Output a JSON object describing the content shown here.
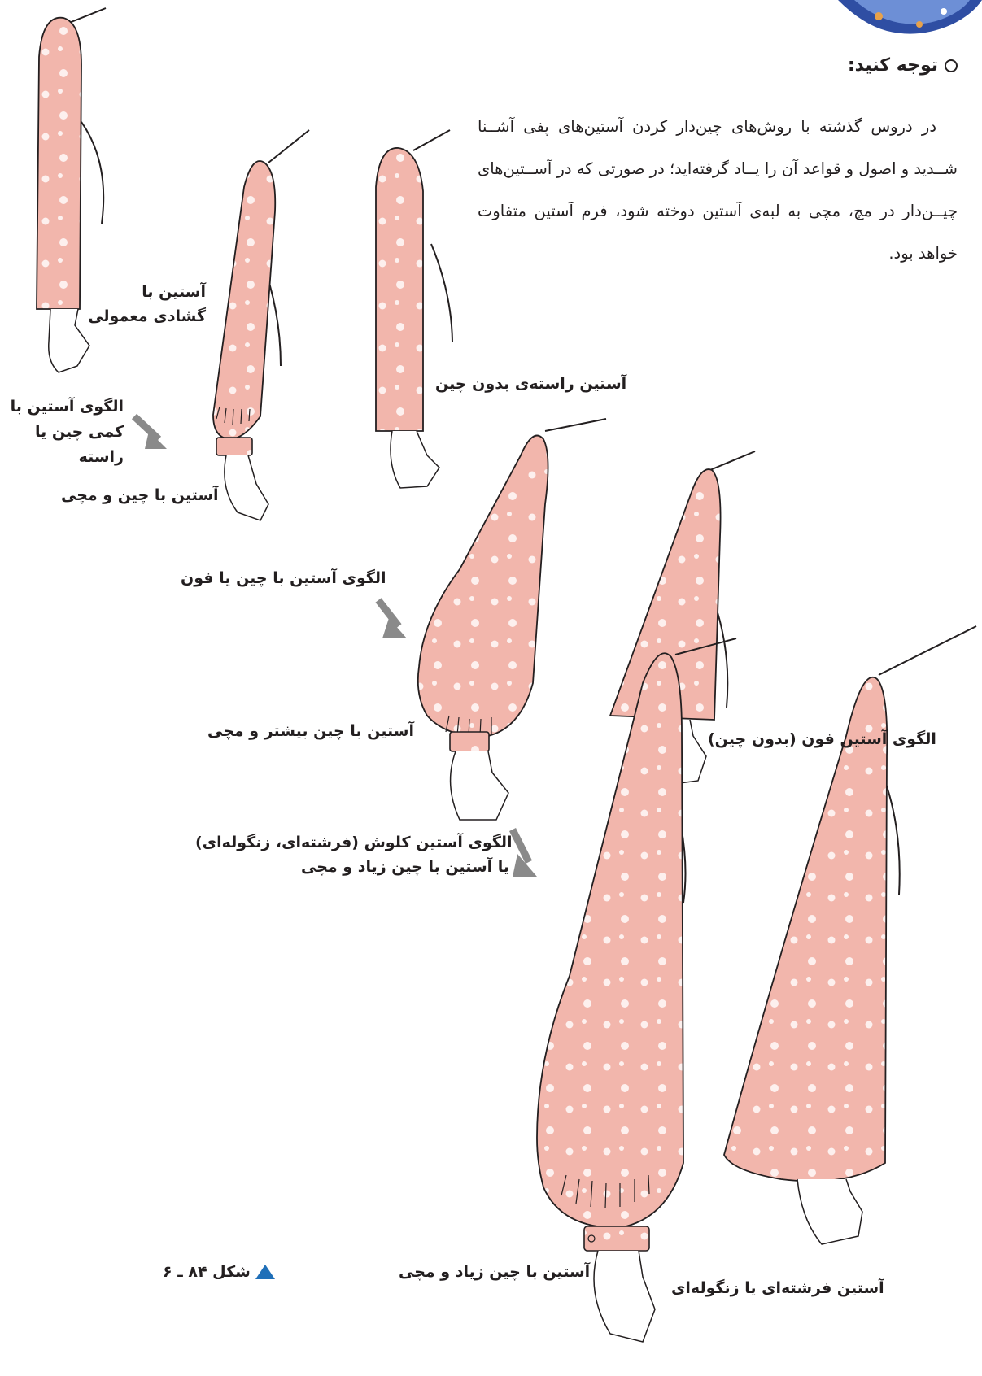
{
  "note": {
    "heading": "توجه کنید:",
    "paragraph": "در دروس گذشته با روش‌های چین‌دار کردن آستین‌های پفی آشــنا شــدید و اصول و قواعد آن را یــاد گرفته‌اید؛ در صورتی که در آســتین‌های چیــن‌دار در مچ، مچی به لبه‌ی آستین دوخته شود، فرم آستین متفاوت خواهد بود."
  },
  "labels": {
    "normal_width": "آستین با گشادی معمولی",
    "pattern_slight": "الگوی آستین با کمی چین یا راسته",
    "gathered_cuff": "آستین با چین و مچی",
    "straight_no_gather": "آستین راسته‌ی بدون چین",
    "pattern_gather_fun": "الگوی آستین با چین یا فون",
    "more_gather_cuff": "آستین با چین بیشتر و مچی",
    "fun_pattern": "الگوی آستین فون (بدون چین)",
    "flare_pattern_1": "الگوی آستین کلوش (فرشته‌ای، زنگوله‌ای)",
    "flare_pattern_2": "یا آستین با چین زیاد و مچی",
    "much_gather_cuff": "آستین با چین زیاد و مچی",
    "angel_bell": "آستین فرشته‌ای یا زنگوله‌ای"
  },
  "caption": "شکل ۸۴ ـ ۶",
  "colors": {
    "fabric": "#f2b6ac",
    "dots": "#fdf0ee",
    "outline": "#231f20",
    "arrow": "#8a8a8a",
    "marker": "#1f6fb8"
  }
}
